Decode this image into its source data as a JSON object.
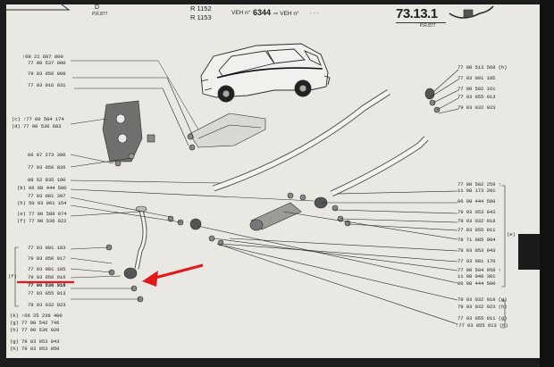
{
  "header": {
    "left_code": "D",
    "left_sub": "P.R.877",
    "r1152": "R 1152",
    "r1153": "R 1153",
    "veh_label": "VEH n°",
    "veh_number": "6344",
    "veh_arrow": "⇨ VEH n°",
    "veh_dots": ". . .",
    "section": "73.13.1",
    "right_sub": "P.R.877"
  },
  "left_parts": {
    "p1": "↑08 21 687 800",
    "p2": "77 00 537 000",
    "p3": "79 03 056 008",
    "p4": "77 03 016 031",
    "p5": "(c) ↑77 00 504 174",
    "p6": "(d) 77 00 536 683",
    "p7": "06 07 273 300",
    "p8": "77 03 056 036",
    "p9": "08 52 835 100",
    "p10": "(b) 06 08 444 500",
    "p11": "77 03 001 397",
    "p12": "(h) 50 03 001 154",
    "p13": "(e) 77 00 508 974",
    "p14": "(f) 77 00 536 822",
    "p15": "77 03 001 183",
    "p16": "79 03 056 017",
    "p17": "77 03 001 185",
    "p18": "79 03 056 016",
    "p19": "77 00 536 918",
    "p20": "77 03 055 013",
    "p21": "79 03 032 023",
    "p22": "(k) ↑06 25 238 400",
    "p23": "(g) 77 00 542 746",
    "p24": "(h) 77 00 536 920",
    "p25": "(g) 79 03 053 043",
    "p26": "(h) 79 03 053 050",
    "bracket_f": "(f)"
  },
  "right_parts": {
    "r1": "77 00 513 568 (h)",
    "r2": "77 03 001 185",
    "r3": "77 00 502 161",
    "r4": "77 03 055 013",
    "r5": "79 03 032 023",
    "r6": "77 00 502 259 ↑",
    "r7": "11 08 173 201",
    "r8": "06 08 444 500",
    "r9": "79 03 053 043",
    "r10": "79 03 032 018",
    "r11": "77 03 055 011",
    "r12": "78 71 085 004",
    "r13": "79 03 053 043",
    "r14": "77 03 001 170",
    "r15": "77 00 504 958 ↑",
    "r16": "11 08 049 301",
    "r17": "06 08 444 500",
    "r18": "79 03 032 018 (g)",
    "r19": "79 03 032 023 (h)",
    "r20": "77 03 055 011 (g)",
    "r21": "↑77 03 055 013 (h)",
    "bracket_e": "(e)"
  },
  "colors": {
    "arrow": "#e0191b",
    "underline": "#e0191b",
    "ink": "#222222"
  }
}
